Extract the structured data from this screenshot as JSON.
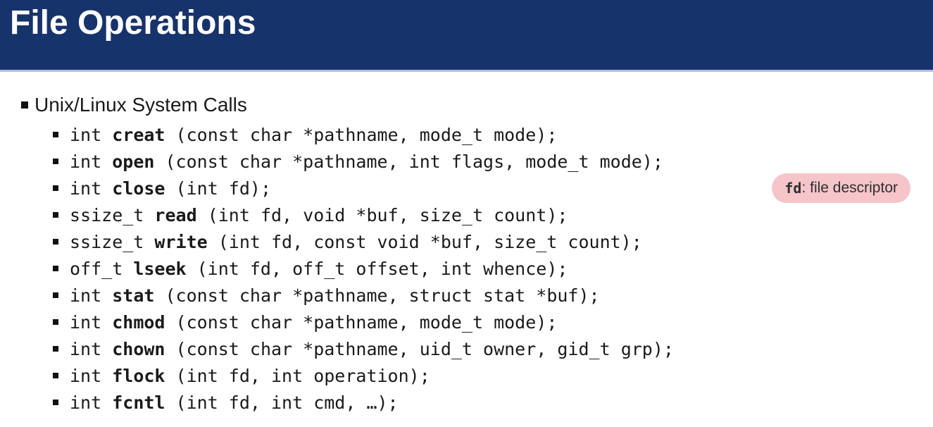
{
  "header": {
    "title": "File Operations"
  },
  "body": {
    "heading": "Unix/Linux System Calls",
    "syscalls": [
      {
        "ret": "int ",
        "name": "creat",
        "args": " (const char *pathname, mode_t mode);"
      },
      {
        "ret": "int ",
        "name": "open",
        "args": " (const char *pathname, int flags, mode_t mode);"
      },
      {
        "ret": "int ",
        "name": "close",
        "args": " (int fd);"
      },
      {
        "ret": "ssize_t ",
        "name": "read",
        "args": " (int fd, void *buf, size_t count);"
      },
      {
        "ret": "ssize_t ",
        "name": "write",
        "args": " (int fd, const void *buf, size_t count);"
      },
      {
        "ret": "off_t ",
        "name": "lseek",
        "args": " (int fd, off_t offset, int whence);"
      },
      {
        "ret": "int ",
        "name": "stat",
        "args": " (const char *pathname, struct stat *buf);"
      },
      {
        "ret": "int ",
        "name": "chmod",
        "args": " (const char *pathname, mode_t mode);"
      },
      {
        "ret": "int ",
        "name": "chown",
        "args": " (const char *pathname, uid_t owner, gid_t grp);"
      },
      {
        "ret": "int ",
        "name": "flock",
        "args": " (int fd, int operation);"
      },
      {
        "ret": "int ",
        "name": "fcntl",
        "args": " (int fd, int cmd, …);"
      }
    ]
  },
  "badge": {
    "term": "fd",
    "rest": ": file descriptor"
  },
  "colors": {
    "header_bg": "#17336b",
    "header_divider": "#b7bfdb",
    "body_bg": "#ffffff",
    "text_color": "#1a1a1a",
    "bullet_color": "#111111",
    "badge_bg": "#f6c5c9",
    "badge_text": "#2e2e2e"
  }
}
